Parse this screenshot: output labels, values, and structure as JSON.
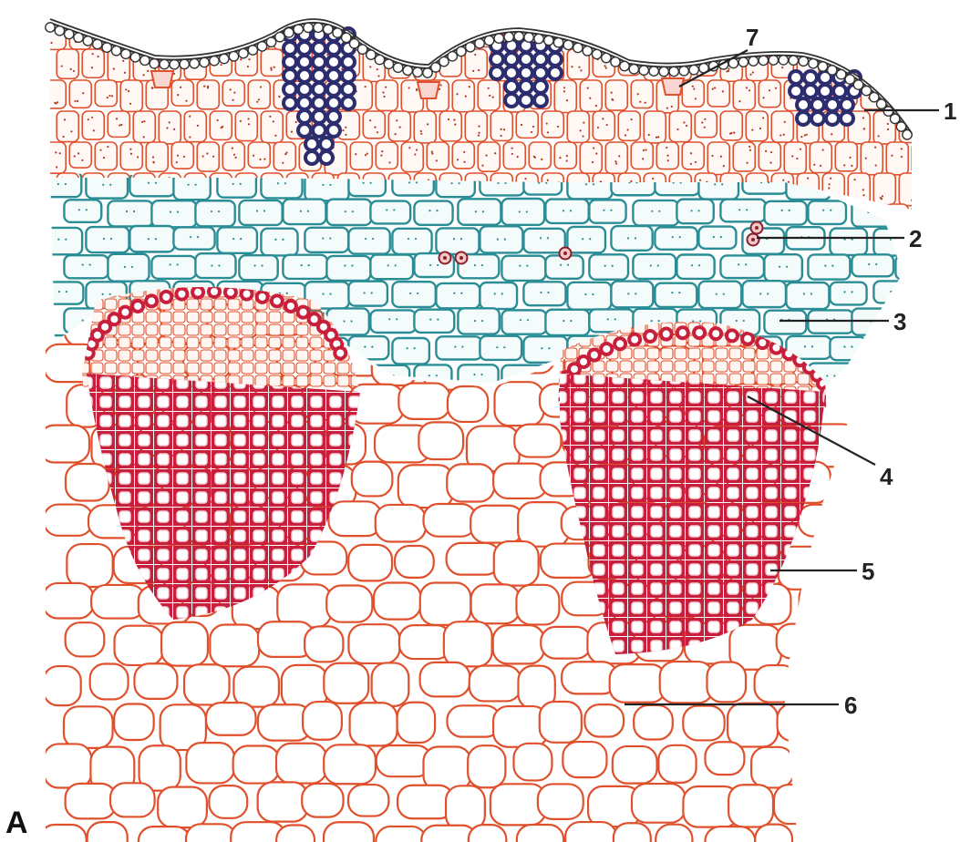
{
  "figure": {
    "panel_label": "A",
    "labels": [
      "1",
      "2",
      "3",
      "4",
      "5",
      "6",
      "7"
    ]
  },
  "colors": {
    "cortex_red": "#e0502c",
    "sclerenchyma_blue": "#2a8d96",
    "dark_strand": "#2c2d6e",
    "bundle_red": "#c8203c",
    "epidermis": "#333333",
    "label_text": "#222222"
  }
}
